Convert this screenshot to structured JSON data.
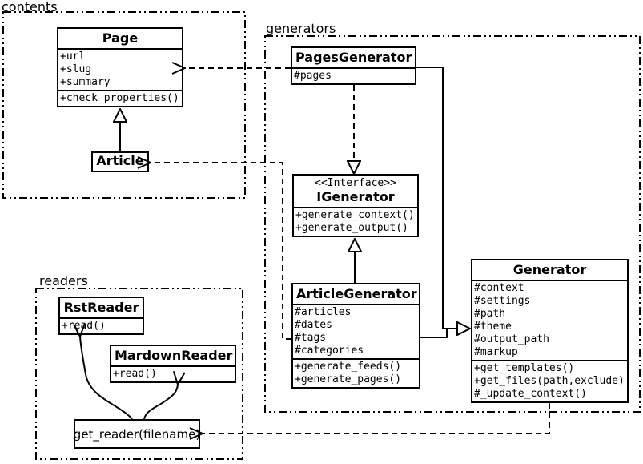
{
  "diagram": {
    "packages": {
      "contents": {
        "label": "contents"
      },
      "generators": {
        "label": "generators"
      },
      "readers": {
        "label": "readers"
      }
    },
    "classes": {
      "page": {
        "title": "Page",
        "attributes": [
          "+url",
          "+slug",
          "+summary"
        ],
        "methods": [
          "+check_properties()"
        ]
      },
      "article": {
        "title": "Article"
      },
      "pages_generator": {
        "title": "PagesGenerator",
        "attributes": [
          "#pages"
        ]
      },
      "igenerator": {
        "stereotype": "<<Interface>>",
        "title": "IGenerator",
        "methods": [
          "+generate_context()",
          "+generate_output()"
        ]
      },
      "article_generator": {
        "title": "ArticleGenerator",
        "attributes": [
          "#articles",
          "#dates",
          "#tags",
          "#categories"
        ],
        "methods": [
          "+generate_feeds()",
          "+generate_pages()"
        ]
      },
      "generator": {
        "title": "Generator",
        "attributes": [
          "#context",
          "#settings",
          "#path",
          "#theme",
          "#output_path",
          "#markup"
        ],
        "methods": [
          "+get_templates()",
          "+get_files(path,exclude)",
          "#_update_context()"
        ]
      },
      "rst_reader": {
        "title": "RstReader",
        "methods": [
          "+read()"
        ]
      },
      "mardown_reader": {
        "title": "MardownReader",
        "methods": [
          "+read()"
        ]
      },
      "get_reader": {
        "label": "get_reader(filename)"
      }
    },
    "relationships": [
      {
        "from": "Article",
        "to": "Page",
        "type": "generalization"
      },
      {
        "from": "PagesGenerator",
        "to": "IGenerator",
        "type": "realization"
      },
      {
        "from": "ArticleGenerator",
        "to": "IGenerator",
        "type": "generalization"
      },
      {
        "from": "PagesGenerator",
        "to": "Generator",
        "type": "generalization"
      },
      {
        "from": "ArticleGenerator",
        "to": "Generator",
        "type": "generalization"
      },
      {
        "from": "PagesGenerator",
        "to": "Page",
        "type": "dependency"
      },
      {
        "from": "ArticleGenerator",
        "to": "Article",
        "type": "dependency"
      },
      {
        "from": "Generator",
        "to": "get_reader(filename)",
        "type": "dependency"
      },
      {
        "from": "get_reader(filename)",
        "to": "RstReader",
        "type": "dependency"
      },
      {
        "from": "get_reader(filename)",
        "to": "MardownReader",
        "type": "dependency"
      }
    ],
    "colors": {
      "line": "#000000",
      "background": "#ffffff"
    }
  }
}
